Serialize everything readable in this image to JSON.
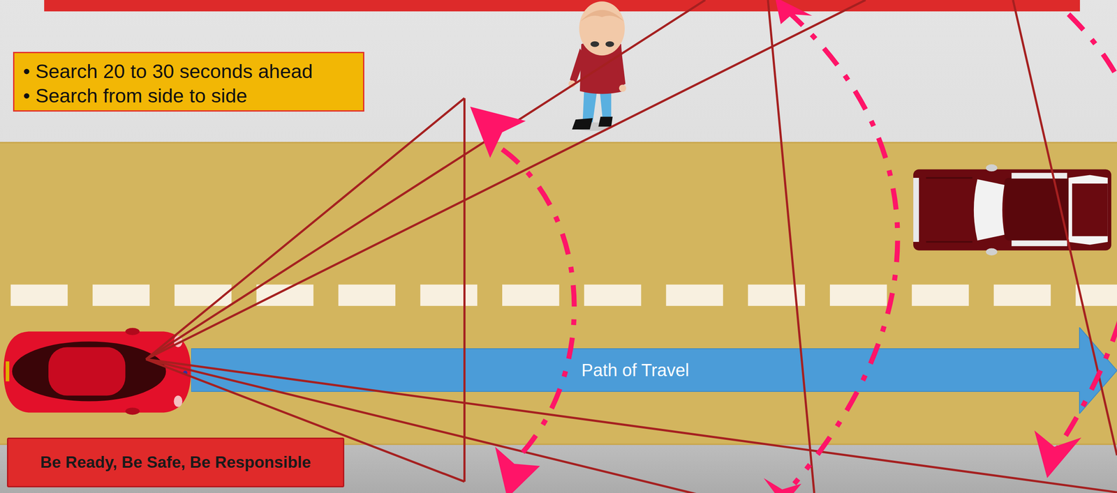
{
  "diagram": {
    "nodes": [
      {
        "text": [
          "• Search 20 to 30 seconds ahead",
          "• Search from side to side"
        ]
      },
      {
        "text": [
          "Path of Travel"
        ]
      },
      {
        "text": [
          "Be Ready, Be Safe, Be Responsible"
        ]
      }
    ]
  }
}
